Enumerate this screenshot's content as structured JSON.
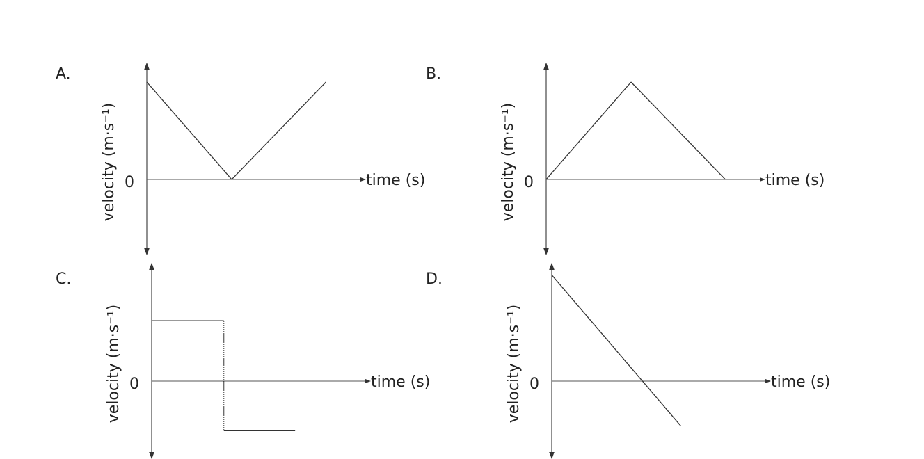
{
  "chart_data": [
    {
      "type": "line",
      "panel_label": "A.",
      "xlabel": "time (s)",
      "ylabel": "velocity (m·s⁻¹)",
      "origin_label": "0",
      "points": [
        [
          0,
          1.0
        ],
        [
          1.0,
          0
        ],
        [
          2.11,
          1.0
        ]
      ],
      "style": "solid"
    },
    {
      "type": "line",
      "panel_label": "B.",
      "xlabel": "time (s)",
      "ylabel": "velocity (m·s⁻¹)",
      "origin_label": "0",
      "points": [
        [
          0,
          0
        ],
        [
          1.0,
          1.0
        ],
        [
          2.11,
          0
        ]
      ],
      "style": "solid"
    },
    {
      "type": "line",
      "panel_label": "C.",
      "xlabel": "time (s)",
      "ylabel": "velocity (m·s⁻¹)",
      "origin_label": "0",
      "points": [
        [
          0,
          0.62
        ],
        [
          0.85,
          0.62
        ],
        [
          0.85,
          -0.51
        ],
        [
          1.69,
          -0.51
        ]
      ],
      "style": "step with dotted vertical drop"
    },
    {
      "type": "line",
      "panel_label": "D.",
      "xlabel": "time (s)",
      "ylabel": "velocity (m·s⁻¹)",
      "origin_label": "0",
      "points": [
        [
          0,
          1.09
        ],
        [
          1.52,
          -0.46
        ]
      ],
      "style": "solid"
    }
  ],
  "colors": {
    "axis": "#555555",
    "line": "#333333",
    "text": "#222222"
  }
}
